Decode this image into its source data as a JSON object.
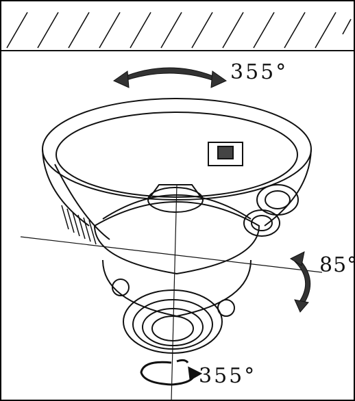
{
  "diagram": {
    "labels": {
      "pan_angle": "355°",
      "tilt_angle": "85°",
      "rotate_angle": "355°"
    }
  }
}
